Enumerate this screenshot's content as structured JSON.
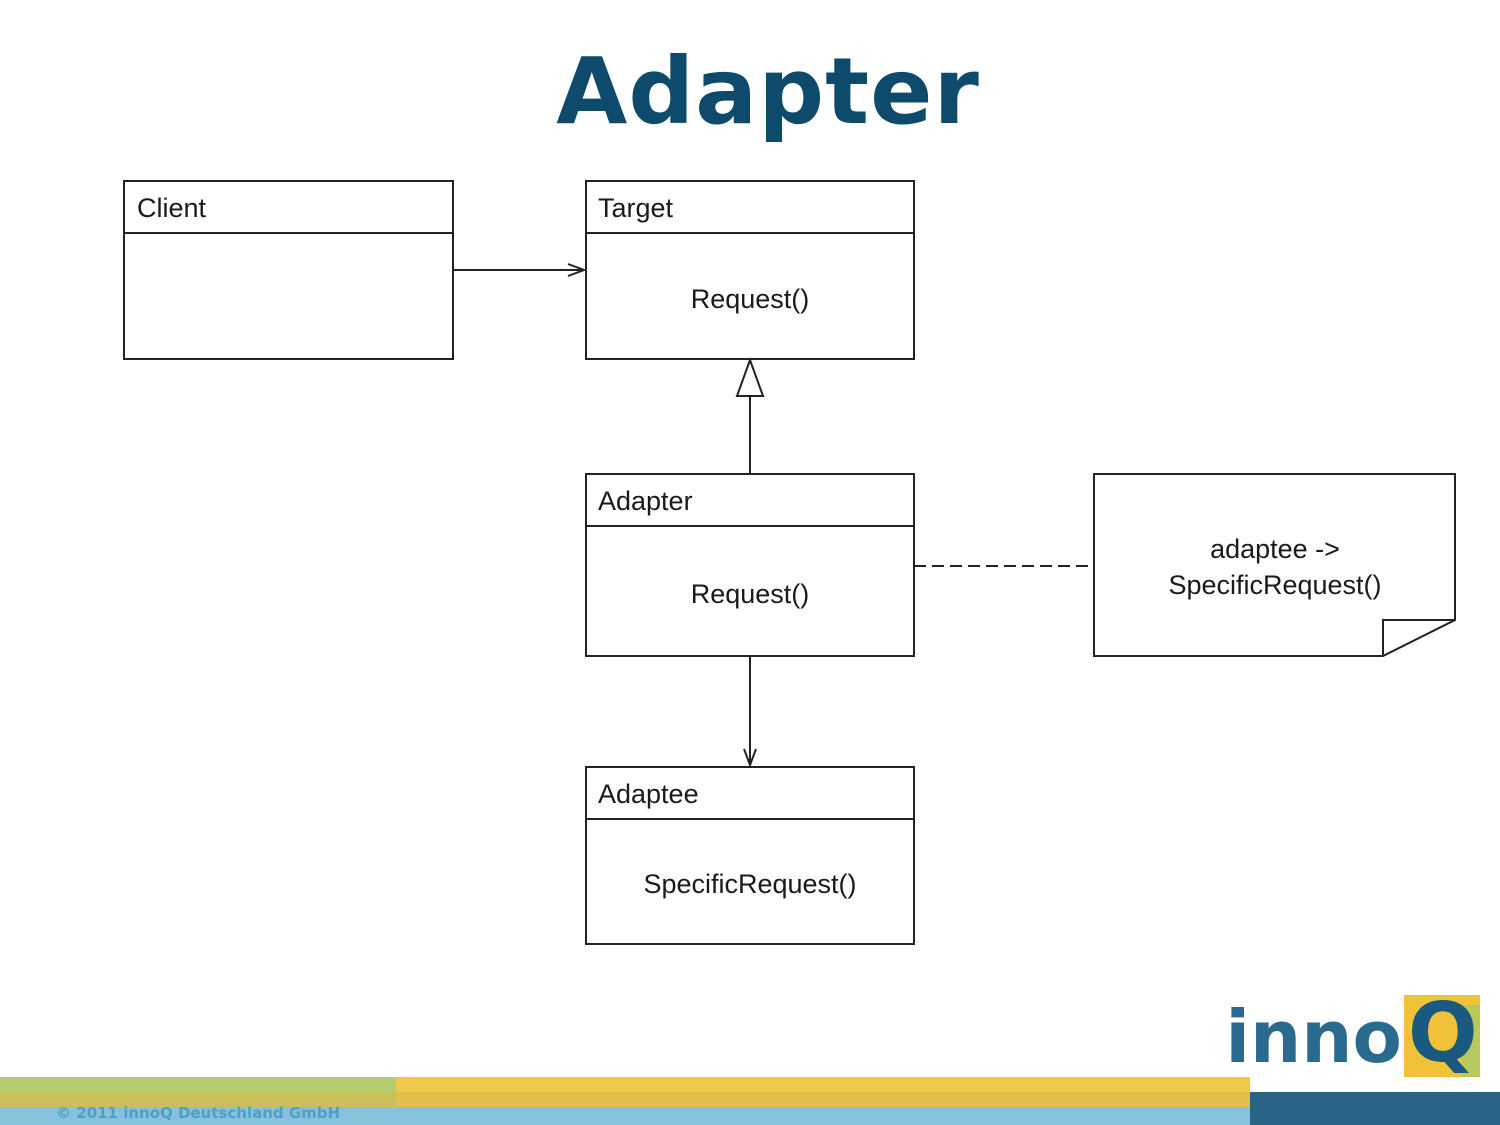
{
  "title": "Adapter",
  "diagram": {
    "classes": {
      "client": {
        "name": "Client",
        "operation": ""
      },
      "target": {
        "name": "Target",
        "operation": "Request()"
      },
      "adapter": {
        "name": "Adapter",
        "operation": "Request()"
      },
      "adaptee": {
        "name": "Adaptee",
        "operation": "SpecificRequest()"
      }
    },
    "note": {
      "line1": "adaptee ->",
      "line2": "SpecificRequest()"
    }
  },
  "footer": {
    "copyright": "© 2011 innoQ Deutschland GmbH",
    "logo_text": "inno",
    "logo_letter": "Q",
    "colors": {
      "title": "#0d4a6b",
      "green_bar": "#b3cc6e",
      "yellow_bar": "#ecc94b",
      "blue_bar": "#88c1dc",
      "dark_blue_bar": "#2a6386"
    }
  }
}
